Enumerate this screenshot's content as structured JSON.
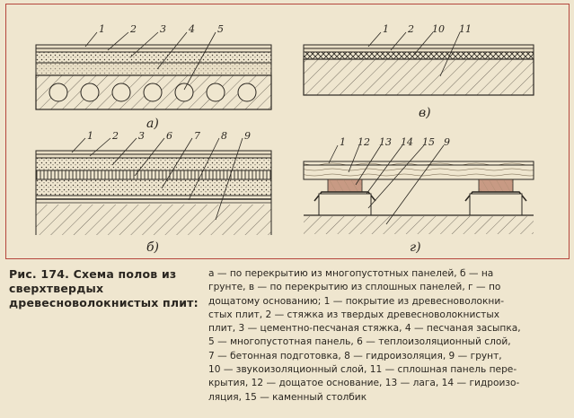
{
  "figure": {
    "panel_labels": {
      "a": "а)",
      "b": "б)",
      "c": "в)",
      "d": "г)"
    },
    "callouts": {
      "a": [
        "1",
        "2",
        "3",
        "4",
        "5"
      ],
      "b": [
        "1",
        "2",
        "3",
        "6",
        "7",
        "8",
        "9"
      ],
      "c": [
        "1",
        "2",
        "10",
        "11"
      ],
      "d": [
        "1",
        "12",
        "13",
        "14",
        "15",
        "9"
      ]
    }
  },
  "caption": {
    "title": "Рис. 174. Схема полов из сверхтвердых древесноволокнистых плит:",
    "description_lines": [
      "а — по перекрытию из многопустотных панелей, б — на",
      "грунте, в — по перекрытию из сплошных панелей, г — по",
      "дощатому основанию; 1 — покрытие из древесноволокни-",
      "стых плит, 2 — стяжка из твердых древесноволокнистых",
      "плит, 3 — цементно-песчаная стяжка, 4 — песчаная засыпка,",
      "5 — многопустотная панель, 6 — теплоизоляционный слой,",
      "7 — бетонная подготовка, 8 — гидроизоляция, 9 — грунт,",
      "10 — звукоизоляционный слой, 11 — сплошная панель пере-",
      "крытия, 12 — дощатое основание, 13 — лага, 14 — гидроизо-",
      "ляция, 15 — каменный столбик"
    ]
  }
}
